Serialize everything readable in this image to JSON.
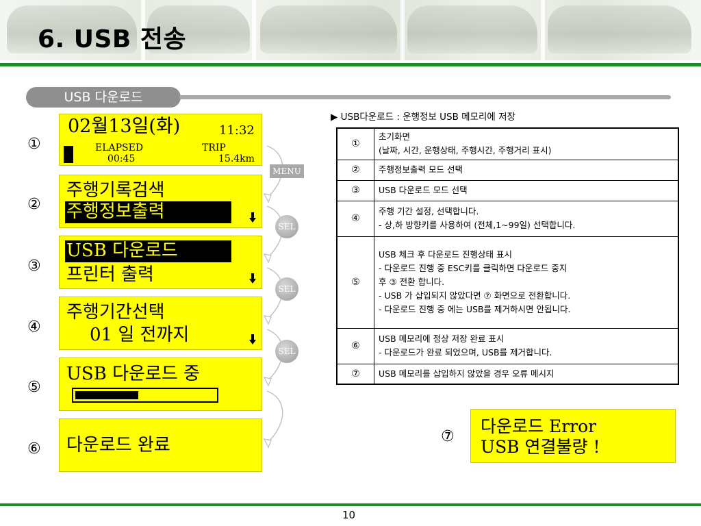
{
  "slide": {
    "title": "6. USB 전송",
    "section_label": "USB 다운로드",
    "page_number": "10"
  },
  "screens": {
    "s1": {
      "number": "①",
      "date": "02월13일(화)",
      "time": "11:32",
      "elapsed_label": "ELAPSED",
      "elapsed_value": "00:45",
      "trip_label": "TRIP",
      "trip_value": "15.4km"
    },
    "s2": {
      "number": "②",
      "line1": "주행기록검색",
      "line2": "주행정보출력"
    },
    "s3": {
      "number": "③",
      "line1": "USB 다운로드",
      "line2": "프린터 출력"
    },
    "s4": {
      "number": "④",
      "line1": "주행기간선택",
      "line2": "01 일 전까지"
    },
    "s5": {
      "number": "⑤",
      "line1": "USB 다운로드 중",
      "progress": 0.45
    },
    "s6": {
      "number": "⑥",
      "line1": "다운로드 완료"
    },
    "s7": {
      "number": "⑦",
      "line1": "다운로드 Error",
      "line2": "USB 연결불량 !"
    }
  },
  "buttons": {
    "menu": "MENU",
    "sel": "SEL"
  },
  "table": {
    "caption": "▶ USB다운로드 : 운행정보 USB 메모리에 저장",
    "rows": [
      {
        "no": "①",
        "lines": [
          "초기화면",
          "(날짜, 시간, 운행상태, 주행시간, 주행거리 표시)"
        ]
      },
      {
        "no": "②",
        "lines": [
          "주행정보출력 모드 선택"
        ]
      },
      {
        "no": "③",
        "lines": [
          "USB 다운로드 모드 선택"
        ]
      },
      {
        "no": "④",
        "lines": [
          "주행 기간 설정, 선택합니다.",
          "- 상,하 방향키를 사용하여 (전체,1~99일) 선택합니다."
        ]
      },
      {
        "no": "⑤",
        "lines": [
          "USB 체크 후 다운로드 진행상태 표시",
          "- 다운로드 진행 중 ESC키를 클릭하면 다운로드 중지",
          "후 ③ 전환 합니다.",
          "- USB 가 삽입되지 않았다면 ⑦ 화면으로 전환합니다.",
          "- 다운로드 진행 중 에는 USB를 제거하시면 안됩니다."
        ]
      },
      {
        "no": "⑥",
        "lines": [
          "USB 메모리에 정상 저장 완료 표시",
          "- 다운로드가 완료 되었으며, USB를 제거합니다."
        ]
      },
      {
        "no": "⑦",
        "lines": [
          "USB 메모리를 삽입하지 않았을 경우 오류 메시지"
        ]
      }
    ]
  },
  "colors": {
    "lcd_bg": "#ffff00",
    "accent_green": "#1f8c2a",
    "pill_gray": "#8f8f8f"
  }
}
